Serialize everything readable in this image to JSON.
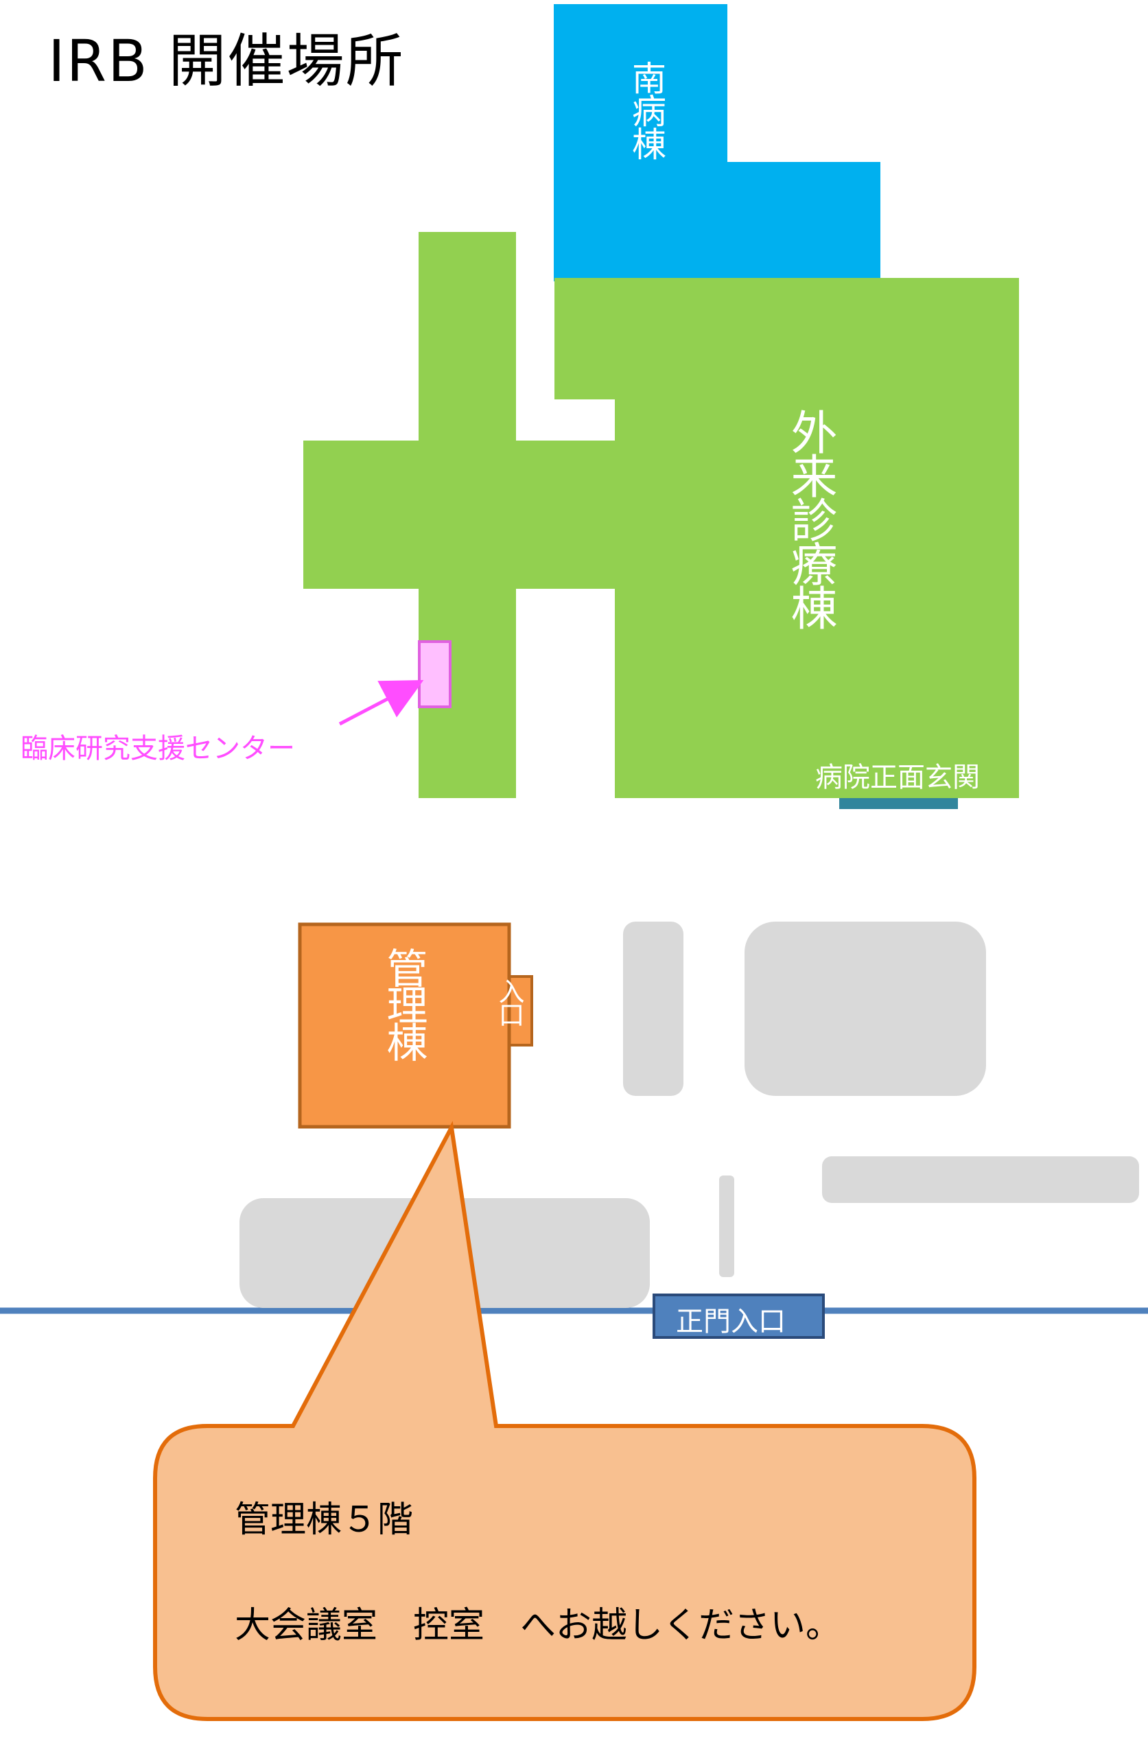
{
  "title": "IRB 開催場所",
  "colors": {
    "south_ward": "#00b0ef",
    "outpatient": "#92d050",
    "clinical_center_fill": "#ffbfff",
    "clinical_center_border": "#e060e0",
    "clinical_center_label": "#ff4dff",
    "admin_fill": "#f79646",
    "admin_border": "#b5651d",
    "callout_fill": "#f8c090",
    "callout_border": "#e36c0a",
    "parking": "#d9d9d9",
    "road": "#4f81bd",
    "main_gate_fill": "#4f81bd",
    "main_gate_border": "#2a4a7a",
    "hospital_entrance_bar": "#31859c"
  },
  "buildings": {
    "south_ward": {
      "label": "南病棟"
    },
    "outpatient": {
      "label": "外来診療棟"
    },
    "admin": {
      "label": "管理棟",
      "entrance_label": "入口"
    }
  },
  "places": {
    "clinical_research_center": {
      "label": "臨床研究支援センター",
      "icon": "arrow-icon"
    },
    "hospital_main_entrance": {
      "label": "病院正面玄関"
    },
    "main_gate": {
      "label": "正門入口"
    }
  },
  "callout": {
    "line1": "管理棟５階",
    "line2": "大会議室　控室　へお越しください。"
  }
}
